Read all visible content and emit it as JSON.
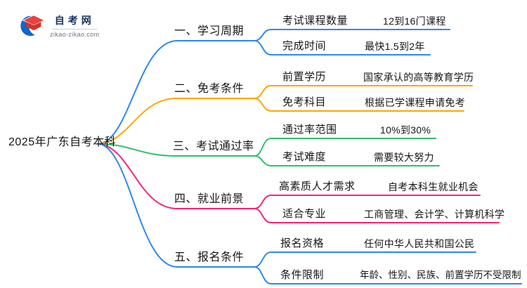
{
  "logo": {
    "site_name": "自考网",
    "site_url": "zikao-zikao.com"
  },
  "root": {
    "title": "2025年广东自考本科"
  },
  "colors": {
    "blue": "#2f88ec",
    "orange": "#ffa502",
    "green": "#2fc16d",
    "pink": "#f2267c",
    "text": "#161616",
    "logo_navy": "#16325c",
    "logo_red": "#e8433f",
    "logo_blue": "#1565c8"
  },
  "branches": [
    {
      "label": "一、学习周期",
      "color": "blue",
      "children": [
        {
          "key": "考试课程数量",
          "value": "12到16门课程"
        },
        {
          "key": "完成时间",
          "value": "最快1.5到2年"
        }
      ]
    },
    {
      "label": "二、免考条件",
      "color": "orange",
      "children": [
        {
          "key": "前置学历",
          "value": "国家承认的高等教育学历"
        },
        {
          "key": "免考科目",
          "value": "根据已学课程申请免考"
        }
      ]
    },
    {
      "label": "三、考试通过率",
      "color": "green",
      "children": [
        {
          "key": "通过率范围",
          "value": "10%到30%"
        },
        {
          "key": "考试难度",
          "value": "需要较大努力"
        }
      ]
    },
    {
      "label": "四、就业前景",
      "color": "pink",
      "children": [
        {
          "key": "高素质人才需求",
          "value": "自考本科生就业机会"
        },
        {
          "key": "适合专业",
          "value": "工商管理、会计学、计算机科学"
        }
      ]
    },
    {
      "label": "五、报名条件",
      "color": "blue",
      "children": [
        {
          "key": "报名资格",
          "value": "任何中华人民共和国公民"
        },
        {
          "key": "条件限制",
          "value": "年龄、性别、民族、前置学历不受限制"
        }
      ]
    }
  ]
}
